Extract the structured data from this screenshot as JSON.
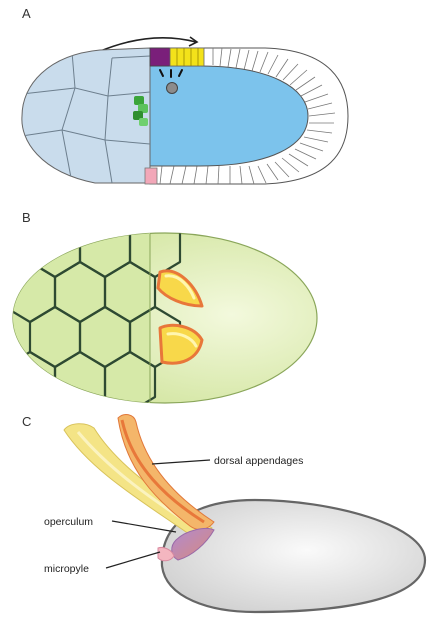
{
  "figure": {
    "panels": [
      {
        "letter": "A"
      },
      {
        "letter": "B"
      },
      {
        "letter": "C"
      }
    ],
    "callouts": {
      "dorsal_appendages": "dorsal appendages",
      "operculum": "operculum",
      "micropyle": "micropyle"
    },
    "colors": {
      "nurse_cells": "#c9dcec",
      "oocyte": "#7cc3ec",
      "follicle_purple": "#7a1f7a",
      "follicle_yellow": "#f3e21a",
      "follicle_pink": "#f2a7b8",
      "nucleus_green": "#3aa53a",
      "egg_green": "#d6e9a8",
      "appendage_yellow": "#f4e486",
      "appendage_orange": "#e8783a",
      "chorion_grey": "#e6e6e6"
    }
  }
}
